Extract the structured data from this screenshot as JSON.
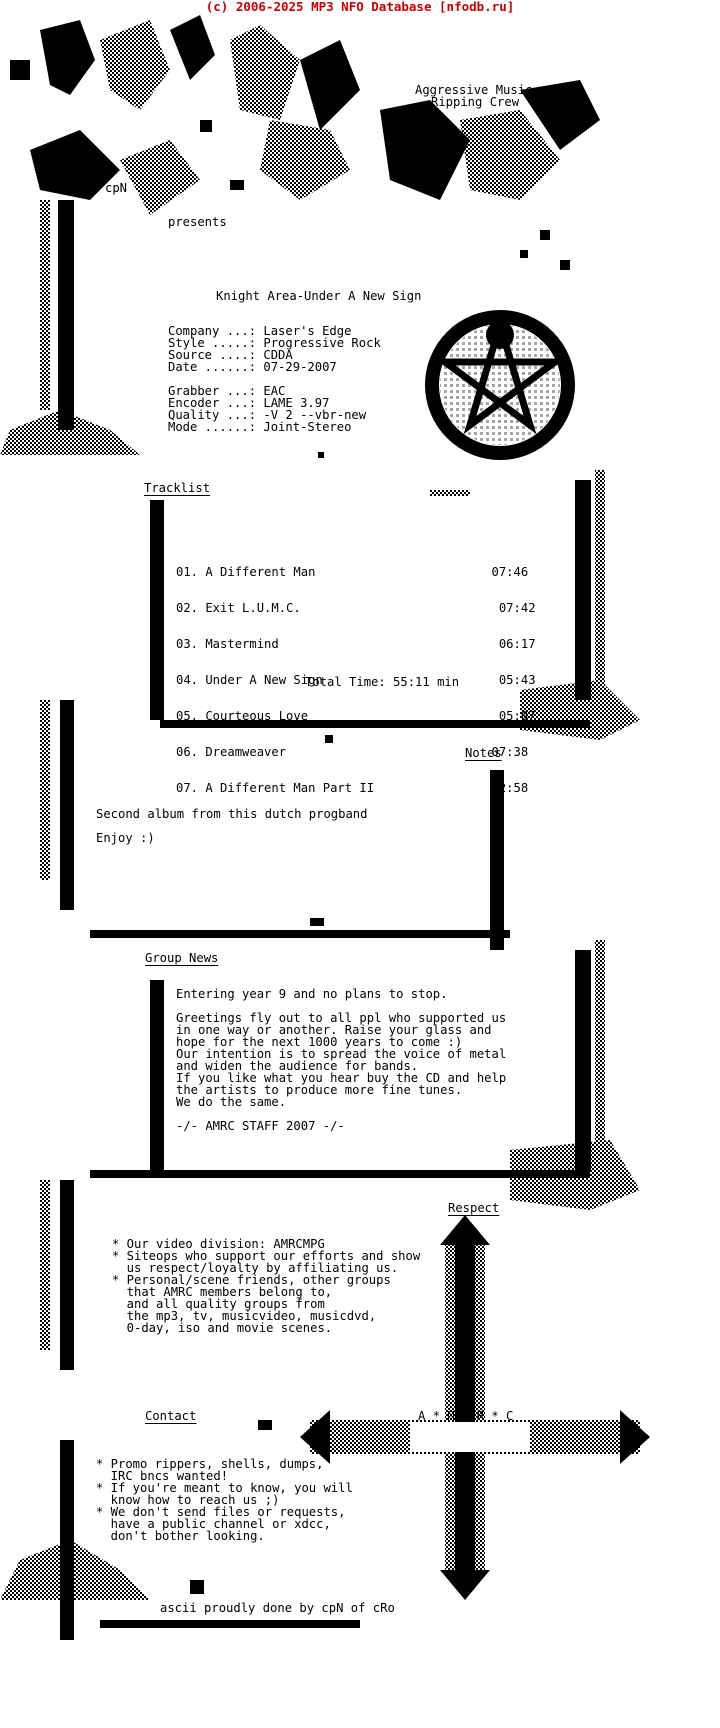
{
  "banner": "(c) 2006-2025 MP3 NFO Database [nfodb.ru]",
  "header": {
    "crew_line1": "Aggressive Music",
    "crew_line2": "Ripping Crew",
    "artist_tag": "cpN",
    "presents": "presents"
  },
  "release": {
    "title": "Knight Area-Under A New Sign",
    "info": "Company ...: Laser's Edge\nStyle .....: Progressive Rock\nSource ....: CDDA\nDate ......: 07-29-2007\n\nGrabber ...: EAC\nEncoder ...: LAME 3.97\nQuality ...: -V 2 --vbr-new\nMode ......: Joint-Stereo"
  },
  "tracklist": {
    "heading": "Tracklist",
    "tracks": [
      "01. A Different Man                        07:46",
      "02. Exit L.U.M.C.                           07:42",
      "03. Mastermind                              06:17",
      "04. Under A New Sign                        05:43",
      "05. Courteous Love                          05:07",
      "06. Dreamweaver                            07:38",
      "07. A Different Man Part II                12:58"
    ],
    "total": "Total Time: 55:11 min"
  },
  "notes": {
    "heading": "Notes",
    "body": "Second album from this dutch progband\n\nEnjoy :)"
  },
  "group_news": {
    "heading": "Group News",
    "body": "Entering year 9 and no plans to stop.\n\nGreetings fly out to all ppl who supported us\nin one way or another. Raise your glass and\nhope for the next 1000 years to come :)\nOur intention is to spread the voice of metal\nand widen the audience for bands.\nIf you like what you hear buy the CD and help\nthe artists to produce more fine tunes.\nWe do the same.\n\n-/- AMRC STAFF 2007 -/-"
  },
  "respect": {
    "heading": "Respect",
    "body": "* Our video division: AMRCMPG\n* Siteops who support our efforts and show\n  us respect/loyalty by affiliating us.\n* Personal/scene friends, other groups\n  that AMRC members belong to,\n  and all quality groups from\n  the mp3, tv, musicvideo, musicdvd,\n  0-day, iso and movie scenes."
  },
  "contact": {
    "heading": "Contact",
    "cross_label": "A * M * R * C",
    "body": "* Promo rippers, shells, dumps,\n  IRC bncs wanted!\n* If you're meant to know, you will\n  know how to reach us ;)\n* We don't send files or requests,\n  have a public channel or xdcc,\n  don't bother looking."
  },
  "footer": {
    "credit": "ascii proudly done by cpN of cRo"
  }
}
